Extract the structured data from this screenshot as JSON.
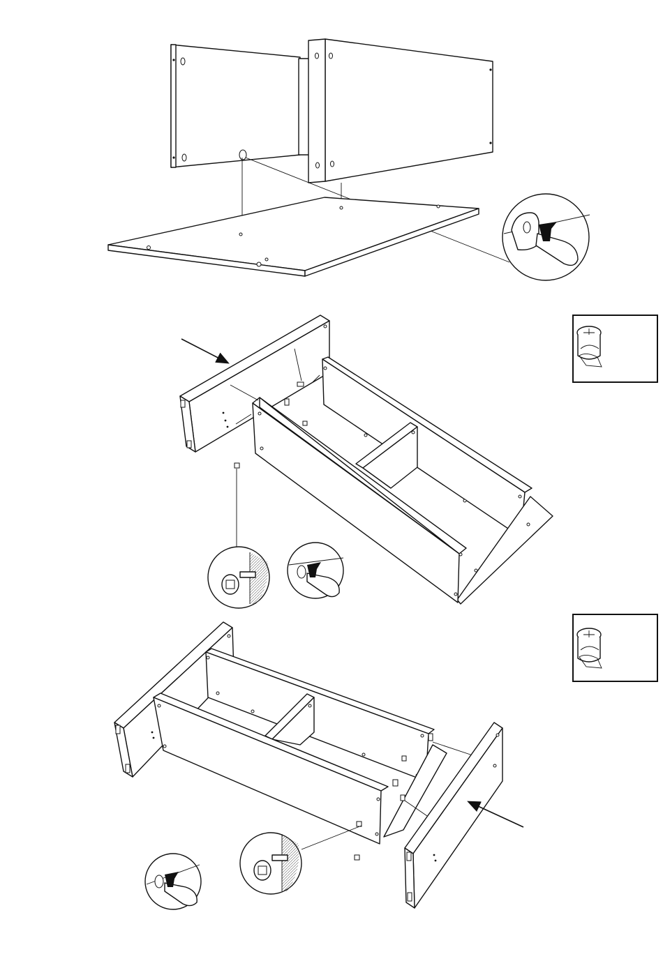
{
  "figure": {
    "kind": "furniture assembly instructions",
    "steps": [
      {
        "id": "step-a",
        "detail_callouts": [
          "screwdriver-tightening"
        ]
      },
      {
        "id": "step-b",
        "detail_callouts": [
          "cam-lock-insert",
          "screwdriver-tightening"
        ],
        "hardware_box": "cam-lock-nut"
      },
      {
        "id": "step-c",
        "detail_callouts": [
          "screwdriver-tightening",
          "cam-lock-insert"
        ],
        "hardware_box": "cam-lock-nut"
      }
    ]
  },
  "colors": {
    "line": "#111111",
    "background": "#ffffff"
  },
  "icons": [
    "screwdriver-icon",
    "cam-lock-icon",
    "arrow-icon"
  ]
}
